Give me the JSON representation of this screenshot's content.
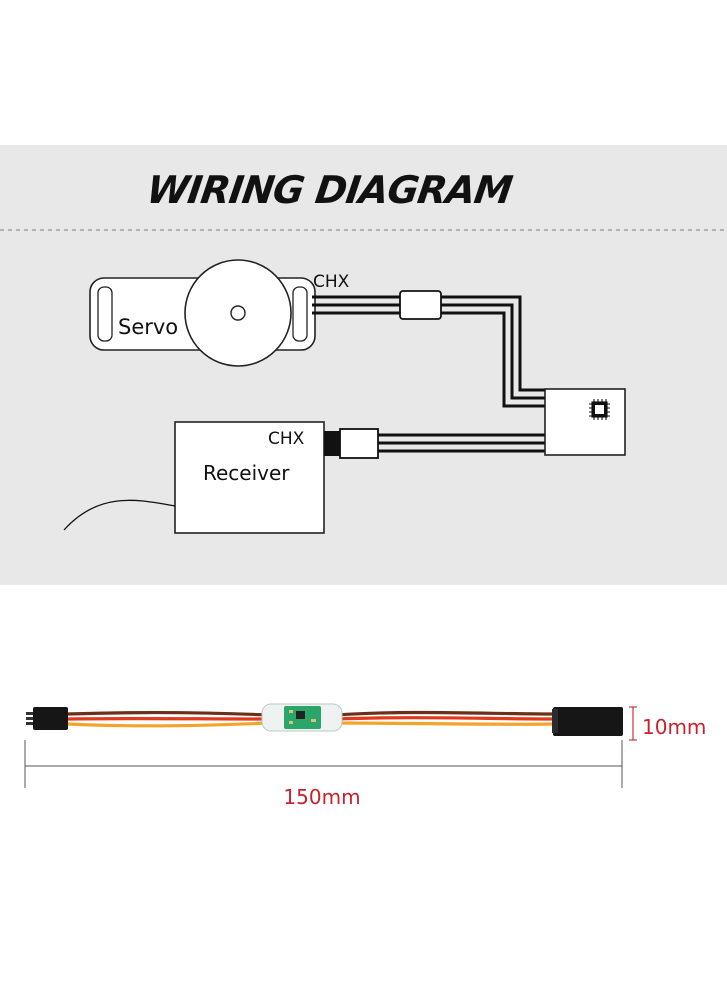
{
  "title": "WIRING DIAGRAM",
  "servo": {
    "label": "Servo",
    "channel": "CHX"
  },
  "receiver": {
    "label": "Receiver",
    "channel": "CHX"
  },
  "dimensions": {
    "length": "150mm",
    "height": "10mm"
  },
  "colors": {
    "panel": "#e8e8e8",
    "wire_brown": "#6b2f1a",
    "wire_red": "#e0391c",
    "wire_orange": "#f2a42c",
    "dimension": "#c8232c",
    "pcb": "#2aa66a"
  }
}
